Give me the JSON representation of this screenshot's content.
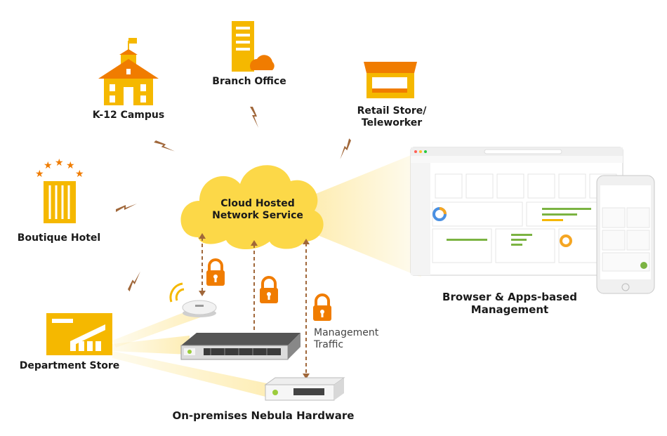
{
  "colors": {
    "primary": "#f5b800",
    "cloud": "#fcd848",
    "roof": "#f07c00",
    "lightning": "#a0673a",
    "lock": "#f07c00",
    "arrow": "#a0673a",
    "beam": "#fdeaa7"
  },
  "locations": {
    "k12": "K-12 Campus",
    "branch": "Branch Office",
    "retail_line1": "Retail Store/",
    "retail_line2": "Teleworker",
    "hotel": "Boutique Hotel",
    "department": "Department Store"
  },
  "cloud": {
    "line1": "Cloud Hosted",
    "line2": "Network Service"
  },
  "management": {
    "line1": "Management",
    "line2": "Traffic"
  },
  "browser": {
    "line1": "Browser & Apps-based",
    "line2": "Management"
  },
  "hardware": {
    "label": "On-premises Nebula Hardware"
  },
  "icons": {
    "lock": "lock-icon",
    "lightning": "lightning-bolt-icon",
    "wifi": "wifi-icon"
  }
}
